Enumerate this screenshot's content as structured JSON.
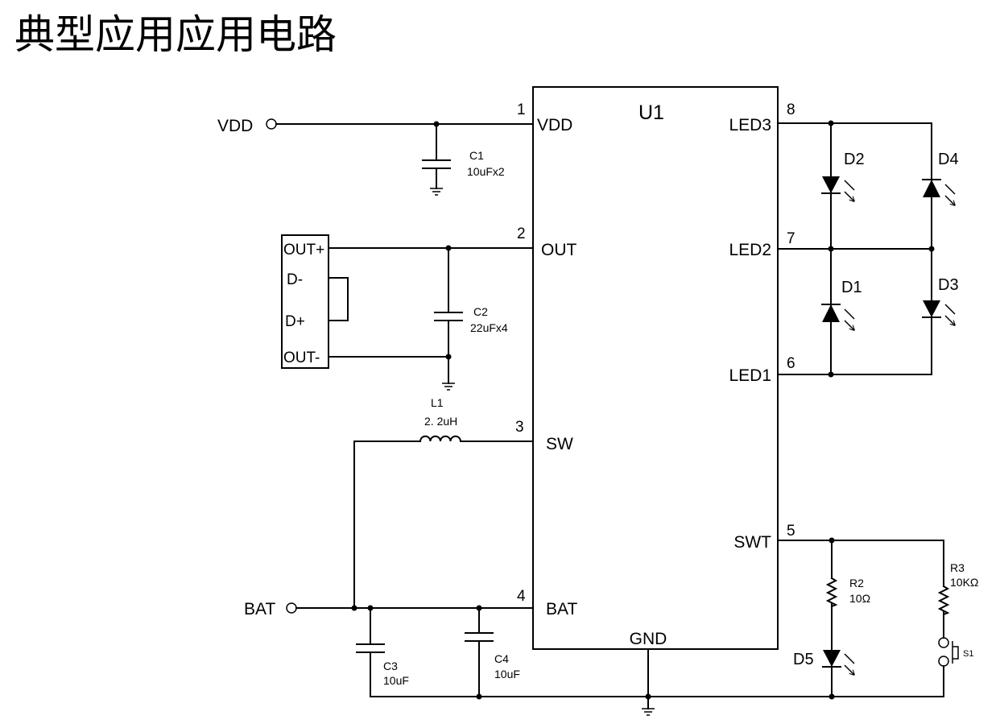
{
  "title": "典型应用应用电路",
  "ic": {
    "ref": "U1",
    "pins": [
      {
        "num": "1",
        "label": "VDD"
      },
      {
        "num": "2",
        "label": "OUT"
      },
      {
        "num": "3",
        "label": "SW"
      },
      {
        "num": "4",
        "label": "BAT"
      },
      {
        "num": "5",
        "label": "SWT"
      },
      {
        "num": "6",
        "label": "LED1"
      },
      {
        "num": "7",
        "label": "LED2"
      },
      {
        "num": "8",
        "label": "LED3"
      }
    ],
    "gnd_label": "GND"
  },
  "terminals": {
    "vdd": "VDD",
    "bat": "BAT"
  },
  "connector": {
    "pins": [
      "OUT+",
      "D-",
      "D+",
      "OUT-"
    ]
  },
  "components": {
    "c1": {
      "ref": "C1",
      "value": "10uFx2"
    },
    "c2": {
      "ref": "C2",
      "value": "22uFx4"
    },
    "c3": {
      "ref": "C3",
      "value": "10uF"
    },
    "c4": {
      "ref": "C4",
      "value": "10uF"
    },
    "l1": {
      "ref": "L1",
      "value": "2. 2uH"
    },
    "r2": {
      "ref": "R2",
      "value": "10Ω"
    },
    "r3": {
      "ref": "R3",
      "value": "10KΩ"
    },
    "d1": {
      "ref": "D1"
    },
    "d2": {
      "ref": "D2"
    },
    "d3": {
      "ref": "D3"
    },
    "d4": {
      "ref": "D4"
    },
    "d5": {
      "ref": "D5"
    },
    "s1": {
      "ref": "S1"
    }
  }
}
